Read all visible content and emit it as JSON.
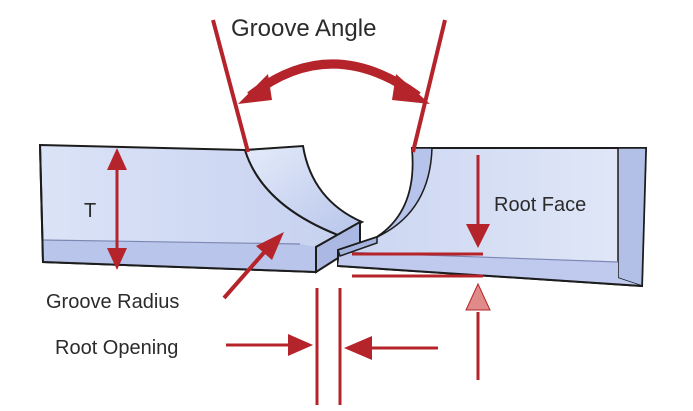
{
  "labels": {
    "groove_angle": "Groove Angle",
    "root_face": "Root Face",
    "thickness": "T",
    "groove_radius": "Groove Radius",
    "root_opening": "Root Opening"
  },
  "colors": {
    "accent_red": "#b5242a",
    "plate_light": "#dde6f8",
    "plate_mid": "#c3cff0",
    "plate_dark": "#a8b6e2",
    "outline": "#1c1c1c",
    "text": "#2b2b2b"
  }
}
